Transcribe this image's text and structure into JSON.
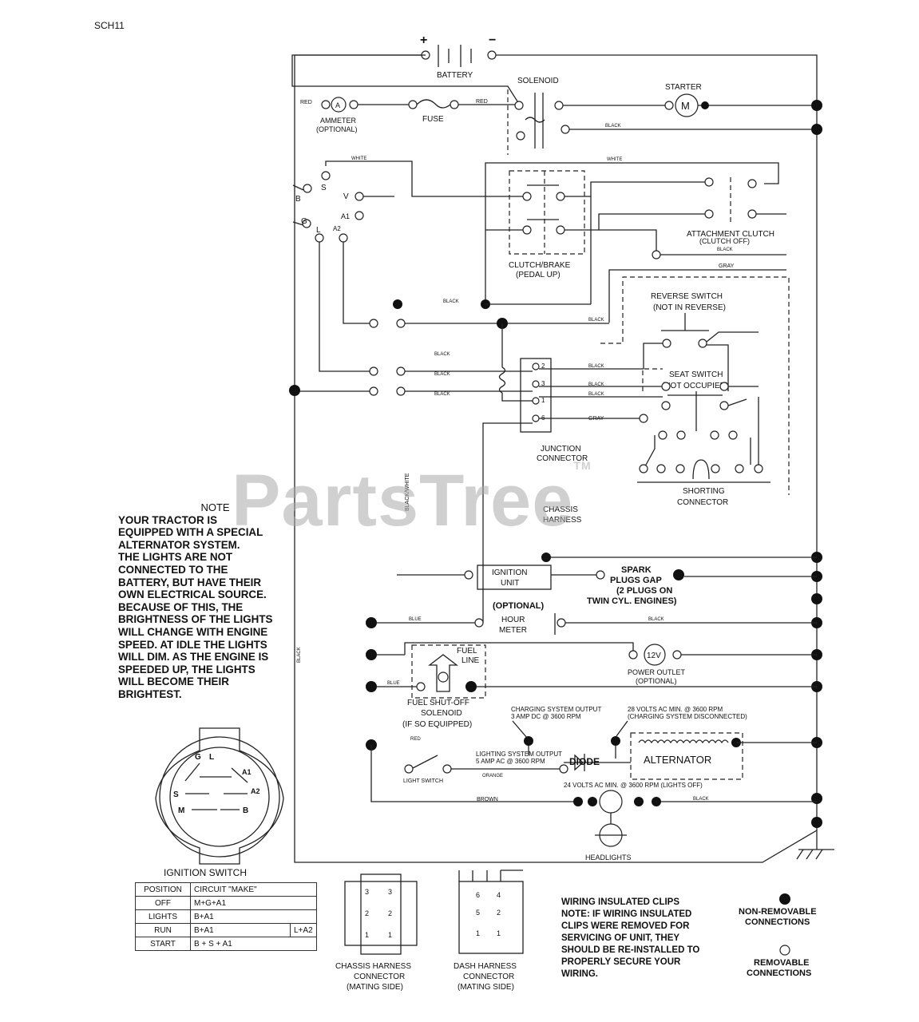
{
  "page_code": "SCH11",
  "watermark": {
    "text": "PartsTree",
    "tm": "TM"
  },
  "battery": {
    "label": "BATTERY",
    "plus": "+",
    "minus": "−"
  },
  "solenoid": {
    "label": "SOLENOID"
  },
  "starter": {
    "label": "STARTER",
    "symbol": "M"
  },
  "ammeter": {
    "label": "AMMETER",
    "optional": "(OPTIONAL)",
    "symbol": "A"
  },
  "fuse": {
    "label": "FUSE"
  },
  "wire_colors": {
    "red": "RED",
    "white": "WHITE",
    "black": "BLACK",
    "gray": "GRAY",
    "blue": "BLUE",
    "orange": "ORANGE",
    "brown": "BROWN",
    "black_white": "BLACK/WHITE"
  },
  "ignition_terminals": [
    "B",
    "S",
    "V",
    "A1",
    "A2",
    "L",
    "G"
  ],
  "clutch_brake": {
    "label": "CLUTCH/BRAKE",
    "sub": "(PEDAL UP)"
  },
  "attachment_clutch": {
    "label": "ATTACHMENT CLUTCH",
    "sub": "(CLUTCH OFF)"
  },
  "reverse_switch": {
    "label": "REVERSE SWITCH",
    "sub": "(NOT IN REVERSE)"
  },
  "seat_switch": {
    "label": "SEAT SWITCH",
    "sub": "(NOT OCCUPIED)"
  },
  "junction": {
    "label": "JUNCTION",
    "sub": "CONNECTOR",
    "pins": [
      "2",
      "3",
      "1",
      "6"
    ]
  },
  "shorting": {
    "label": "SHORTING",
    "sub": "CONNECTOR"
  },
  "chassis_harness": {
    "label": "CHASSIS",
    "sub": "HARNESS"
  },
  "ignition_unit": {
    "label": "IGNITION",
    "sub": "UNIT"
  },
  "spark": {
    "l1": "SPARK",
    "l2": "PLUGS GAP",
    "l3": "(2 PLUGS ON",
    "l4": "TWIN CYL. ENGINES)"
  },
  "hour_meter": {
    "optional": "(OPTIONAL)",
    "l1": "HOUR",
    "l2": "METER"
  },
  "fuel_line": {
    "l1": "FUEL",
    "l2": "LINE"
  },
  "fuel_solenoid": {
    "l1": "FUEL SHUT-OFF",
    "l2": "SOLENOID",
    "l3": "(IF SO EQUIPPED)"
  },
  "power_outlet": {
    "symbol": "12V",
    "label": "POWER OUTLET",
    "sub": "(OPTIONAL)"
  },
  "charging": {
    "l1": "CHARGING SYSTEM OUTPUT",
    "l2": "3 AMP DC @ 3600 RPM"
  },
  "volts28": {
    "l1": "28 VOLTS AC MIN. @ 3600 RPM",
    "l2": "(CHARGING SYSTEM DISCONNECTED)"
  },
  "lighting": {
    "l1": "LIGHTING SYSTEM OUTPUT",
    "l2": "5 AMP AC @ 3600 RPM"
  },
  "diode": {
    "label": "DIODE"
  },
  "alternator": {
    "label": "ALTERNATOR"
  },
  "light_switch": {
    "label": "LIGHT SWITCH"
  },
  "volts24": {
    "label": "24 VOLTS AC MIN. @ 3600 RPM (LIGHTS OFF)"
  },
  "headlights": {
    "label": "HEADLIGHTS"
  },
  "note": {
    "title": "NOTE",
    "body": "YOUR TRACTOR IS\nEQUIPPED WITH A SPECIAL\nALTERNATOR SYSTEM.\nTHE LIGHTS ARE NOT\nCONNECTED TO THE\nBATTERY, BUT HAVE THEIR\nOWN ELECTRICAL SOURCE.\nBECAUSE OF THIS, THE\nBRIGHTNESS OF THE LIGHTS\nWILL CHANGE WITH ENGINE\nSPEED.  AT IDLE THE LIGHTS\nWILL DIM.  AS THE ENGINE IS\nSPEEDED UP, THE LIGHTS\nWILL BECOME THEIR\nBRIGHTEST."
  },
  "ignition_switch": {
    "title": "IGNITION SWITCH",
    "terminals": [
      "G",
      "L",
      "A1",
      "A2",
      "S",
      "M",
      "B"
    ],
    "headers": [
      "POSITION",
      "CIRCUIT  \"MAKE\""
    ],
    "rows": [
      {
        "position": "OFF",
        "circuit": "M+G+A1",
        "extra": ""
      },
      {
        "position": "LIGHTS",
        "circuit": "B+A1",
        "extra": ""
      },
      {
        "position": "RUN",
        "circuit": "B+A1",
        "extra": "L+A2"
      },
      {
        "position": "START",
        "circuit": "B + S + A1",
        "extra": ""
      }
    ]
  },
  "chassis_connector": {
    "l1": "CHASSIS HARNESS",
    "l2": "CONNECTOR",
    "l3": "(MATING SIDE)",
    "pins": [
      "3",
      "3",
      "2",
      "2",
      "1",
      "1"
    ]
  },
  "dash_connector": {
    "l1": "DASH HARNESS",
    "l2": "CONNECTOR",
    "l3": "(MATING SIDE)",
    "pins": [
      "6",
      "4",
      "5",
      "2",
      "1",
      "1"
    ]
  },
  "clips_note": {
    "l1": "WIRING INSULATED CLIPS",
    "l2": "NOTE: IF WIRING INSULATED",
    "l3": "CLIPS WERE REMOVED FOR",
    "l4": "SERVICING OF UNIT, THEY",
    "l5": "SHOULD BE RE-INSTALLED TO",
    "l6": "PROPERLY SECURE YOUR",
    "l7": "WIRING."
  },
  "legend": {
    "non_removable": {
      "l1": "NON-REMOVABLE",
      "l2": "CONNECTIONS"
    },
    "removable": {
      "l1": "REMOVABLE",
      "l2": "CONNECTIONS"
    }
  }
}
